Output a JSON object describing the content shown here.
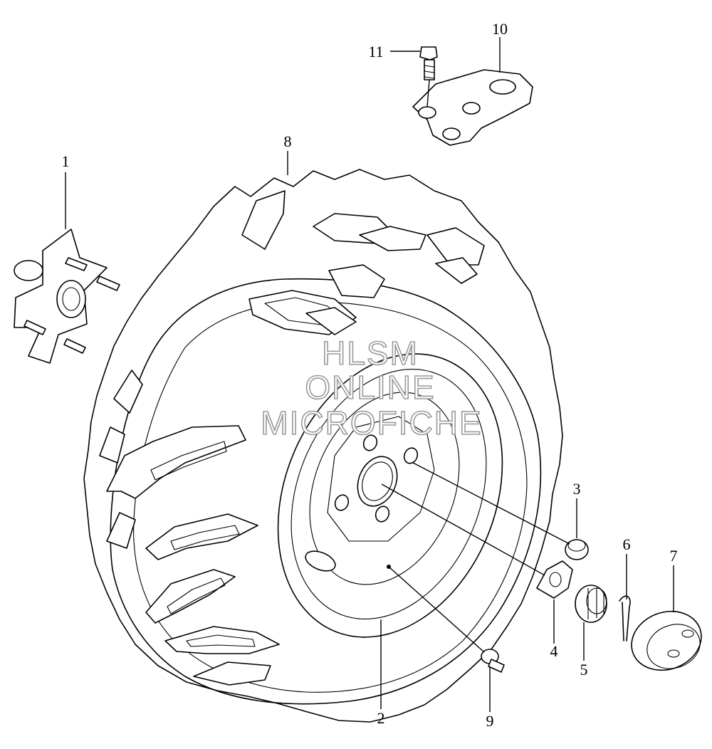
{
  "diagram": {
    "callouts": [
      {
        "id": "1",
        "label": "1"
      },
      {
        "id": "2",
        "label": "2"
      },
      {
        "id": "3",
        "label": "3"
      },
      {
        "id": "4",
        "label": "4"
      },
      {
        "id": "5",
        "label": "5"
      },
      {
        "id": "6",
        "label": "6"
      },
      {
        "id": "7",
        "label": "7"
      },
      {
        "id": "8",
        "label": "8"
      },
      {
        "id": "9",
        "label": "9"
      },
      {
        "id": "10",
        "label": "10"
      },
      {
        "id": "11",
        "label": "11"
      }
    ],
    "watermark": {
      "line1": "HLSM",
      "line2": "ONLINE",
      "line3": "MICROFICHE"
    }
  }
}
